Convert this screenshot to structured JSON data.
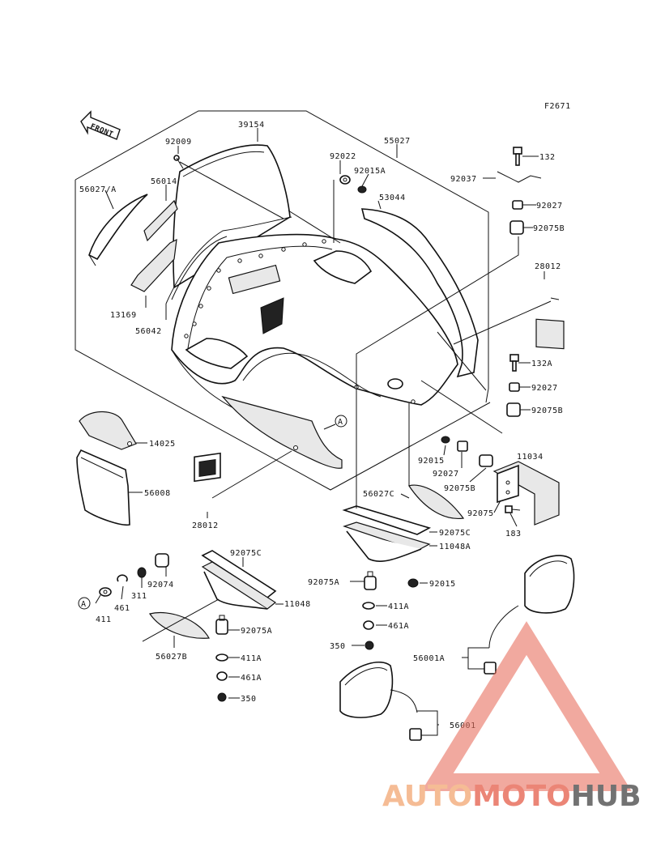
{
  "figure_code": "F2671",
  "front_label": "FRONT",
  "callout_a": "A",
  "parts": {
    "p39154": "39154",
    "p55027": "55027",
    "p92009": "92009",
    "p92022": "92022",
    "p92015A": "92015A",
    "p56027A": "56027/A",
    "p56014": "56014",
    "p53044": "53044",
    "p132": "132",
    "p92037": "92037",
    "p92027_top": "92027",
    "p92075B_top": "92075B",
    "p28012_right": "28012",
    "p13169": "13169",
    "p56042": "56042",
    "p132A": "132A",
    "p92027_mid": "92027",
    "p92075B_mid": "92075B",
    "p14025": "14025",
    "p56008": "56008",
    "p28012_left": "28012",
    "p92015_mid": "92015",
    "p92027_low": "92027",
    "p92075B_low": "92075B",
    "p11034": "11034",
    "p92075": "92075",
    "p183": "183",
    "p56027C": "56027C",
    "p92075C_right": "92075C",
    "p11048A": "11048A",
    "p92075C_left": "92075C",
    "p92074": "92074",
    "p311": "311",
    "p461": "461",
    "p411": "411",
    "p11048": "11048",
    "p92075A_left": "92075A",
    "p56027B": "56027B",
    "p411A_left": "411A",
    "p461A_left": "461A",
    "p350_left": "350",
    "p92075A_right": "92075A",
    "p92015_right": "92015",
    "p411A_right": "411A",
    "p461A_right": "461A",
    "p350_right": "350",
    "p56001A": "56001A",
    "p56001": "56001"
  },
  "watermark": {
    "part1": "AUTO",
    "part2": "MOTO",
    "part3": "HUB",
    "color_auto": "#f4b183",
    "color_moto": "#e8705f",
    "color_hub": "#5a5a5a",
    "triangle_color": "#e8705f"
  }
}
